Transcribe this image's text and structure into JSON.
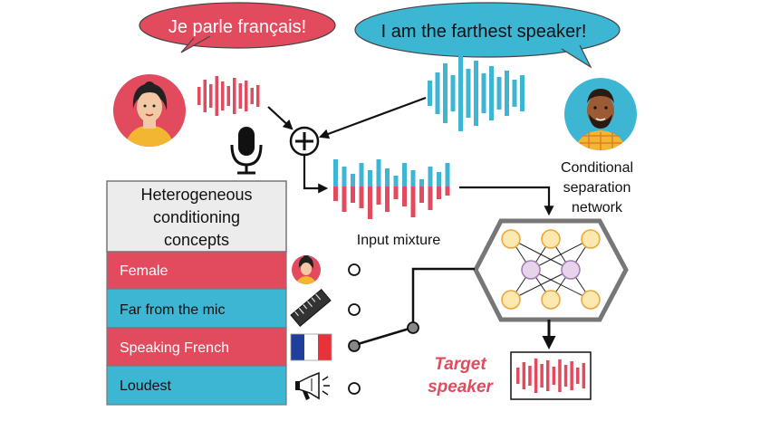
{
  "bubbles": {
    "left": {
      "text": "Je parle français!",
      "color": "#e24a5e"
    },
    "right": {
      "text": "I am the farthest speaker!",
      "color": "#3db6d3"
    }
  },
  "labels": {
    "conditional_network": [
      "Conditional",
      "separation",
      "network"
    ],
    "input_mixture": "Input mixture",
    "target_speaker": [
      "Target",
      "speaker"
    ]
  },
  "concepts": {
    "header": [
      "Heterogeneous",
      "conditioning",
      "concepts"
    ],
    "items": [
      {
        "label": "Female",
        "color": "#e24a5e",
        "icon": "female-face-icon",
        "selected": false
      },
      {
        "label": "Far from the mic",
        "color": "#3db6d3",
        "icon": "ruler-icon",
        "selected": false
      },
      {
        "label": "Speaking French",
        "color": "#e24a5e",
        "icon": "french-flag-icon",
        "selected": true
      },
      {
        "label": "Loudest",
        "color": "#3db6d3",
        "icon": "megaphone-icon",
        "selected": false
      }
    ]
  },
  "colors": {
    "red": "#e24a5e",
    "blue": "#3db6d3",
    "node_fill": "#fde9b0",
    "node_stroke": "#e8a53a",
    "hidden_fill": "#e7d3ea",
    "hidden_stroke": "#a27bb5",
    "network_border": "#777777"
  }
}
